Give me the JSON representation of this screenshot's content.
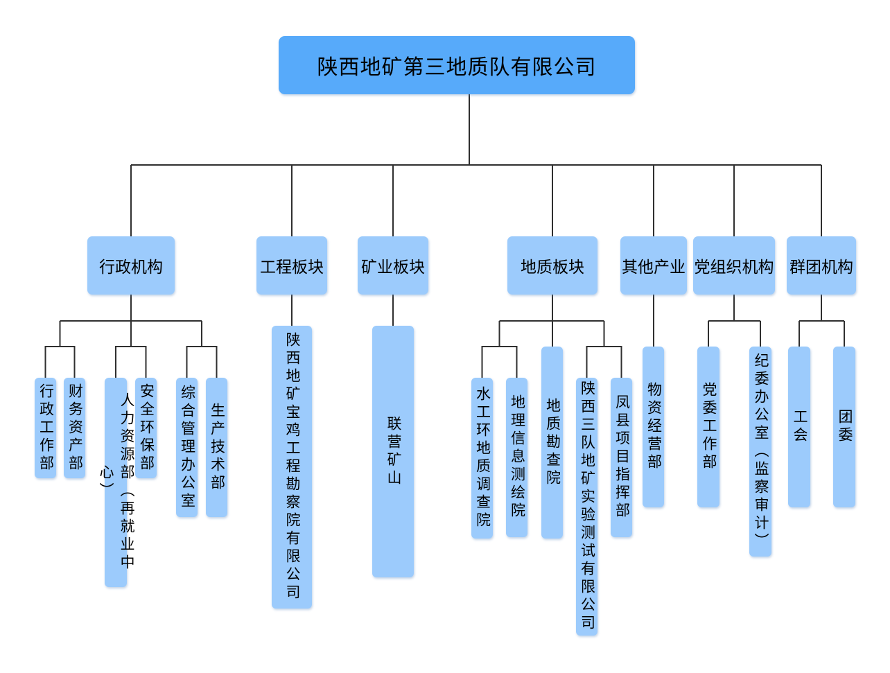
{
  "chart": {
    "root": {
      "label": "陕西地矿第三地质队有限公司"
    },
    "branches": [
      {
        "label": "行政机构",
        "children": [
          "行政工作部",
          "财务资产部",
          "人力资源部（再就业中心）",
          "安全环保部",
          "综合管理办公室",
          "生产技术部"
        ]
      },
      {
        "label": "工程板块",
        "children": [
          "陕西地矿宝鸡工程勘察院有限公司"
        ]
      },
      {
        "label": "矿业板块",
        "children": [
          "联营矿山"
        ]
      },
      {
        "label": "地质板块",
        "children": [
          "水工环地质调查院",
          "地理信息测绘院",
          "地质勘查院",
          "陕西三队地矿实验测试有限公司",
          "凤县项目指挥部"
        ]
      },
      {
        "label": "其他产业",
        "children": [
          "物资经营部"
        ]
      },
      {
        "label": "党组织机构",
        "children": [
          "党委工作部",
          "纪委办公室（监察审计）"
        ]
      },
      {
        "label": "群团机构",
        "children": [
          "工会",
          "团委"
        ]
      }
    ],
    "colors": {
      "root_fill": "#57aafa",
      "node_fill": "#9ccbfc",
      "line": "#2f2f2f",
      "text": "#000000"
    }
  }
}
